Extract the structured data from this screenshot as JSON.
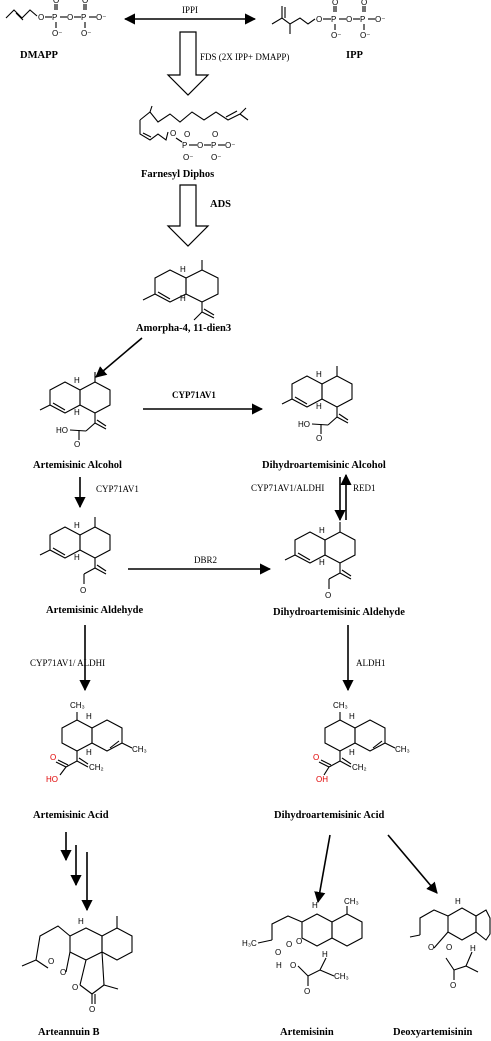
{
  "compounds": {
    "dmapp": "DMAPP",
    "ipp": "IPP",
    "fpp": "Farnesyl Diphos",
    "amorphadiene": "Amorpha-4, 11-dien3",
    "art_alcohol": "Artemisinic Alcohol",
    "dihydro_alcohol": "Dihydroartemisinic Alcohol",
    "art_aldehyde": "Artemisinic Aldehyde",
    "dihydro_aldehyde": "Dihydroartemisinic Aldehyde",
    "art_acid": "Artemisinic Acid",
    "dihydro_acid": "Dihydroartemisinic Acid",
    "arteannuin_b": "Arteannuin B",
    "artemisinin": "Artemisinin",
    "deoxyartemisinin": "Deoxyartemisinin"
  },
  "enzymes": {
    "ippi": "IPPI",
    "fds": "FDS (2X IPP+ DMAPP)",
    "ads": "ADS",
    "cyp_top": "CYP71AV1",
    "cyp_left": "CYP71AV1",
    "cyp_aldh_mid": "CYP71AV1/ALDHI",
    "red1": "RED1",
    "dbr2": "DBR2",
    "cyp_aldh_left": "CYP71AV1/ ALDHI",
    "aldh1": "ALDH1"
  },
  "atoms": {
    "O": "O",
    "P": "P",
    "O_minus": "O⁻",
    "H": "H",
    "CH3": "CH₃",
    "CH2": "CH₂",
    "OH": "OH",
    "HO": "HO",
    "H3C": "H₃C"
  },
  "colors": {
    "ink": "#000000",
    "acid_oxygen": "#e00000",
    "background": "#ffffff"
  }
}
